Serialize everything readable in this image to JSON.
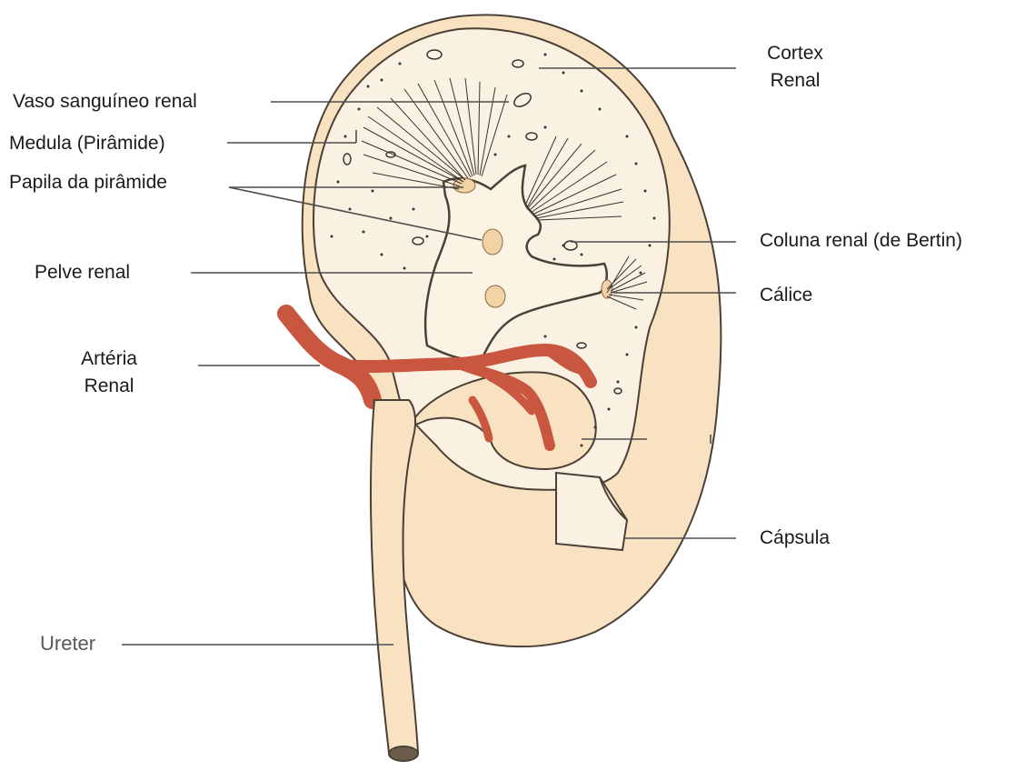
{
  "labels": {
    "cortex": [
      "Cortex",
      "Renal"
    ],
    "vaso": "Vaso sanguíneo renal",
    "medula": "Medula (Pirâmide)",
    "papila": "Papila da pirâmide",
    "pelve": "Pelve renal",
    "arteria": [
      "Artéria",
      "Renal"
    ],
    "ureter": "Ureter",
    "coluna": "Coluna renal (de Bertin)",
    "calice": "Cálice",
    "capsula": "Cápsula"
  },
  "colors": {
    "capsule_fill": "#f8e2c2",
    "cortex_fill": "#fbf1e2",
    "pelvis_fill": "#fdf3e4",
    "artery": "#c9573f",
    "outline": "#4a4036",
    "leader": "#4d4d4d"
  }
}
